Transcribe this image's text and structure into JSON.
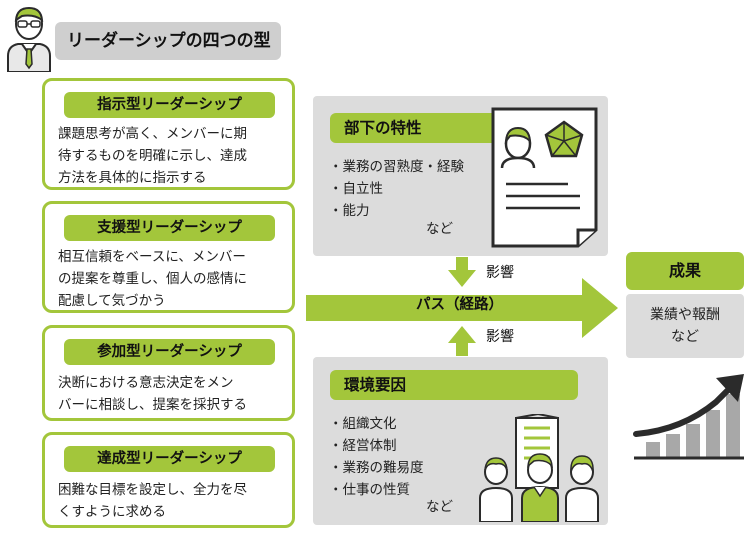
{
  "title": "リーダーシップの四つの型",
  "styles": [
    {
      "name": "指示型リーダーシップ",
      "desc": [
        "課題思考が高く、メンバーに期",
        "待するものを明確に示し、達成",
        "方法を具体的に指示する"
      ]
    },
    {
      "name": "支援型リーダーシップ",
      "desc": [
        "相互信頼をベースに、メンバー",
        "の提案を尊重し、個人の感情に",
        "配慮して気づかう"
      ]
    },
    {
      "name": "参加型リーダーシップ",
      "desc": [
        "決断における意志決定をメン",
        "バーに相談し、提案を採択する"
      ]
    },
    {
      "name": "達成型リーダーシップ",
      "desc": [
        "困難な目標を設定し、全力を尽",
        "くすように求める"
      ]
    }
  ],
  "subordinate": {
    "title": "部下の特性",
    "items": [
      "・業務の習熟度・経験",
      "・自立性",
      "・能力"
    ],
    "etc": "など"
  },
  "environment": {
    "title": "環境要因",
    "items": [
      "・組織文化",
      "・経営体制",
      "・業務の難易度",
      "・仕事の性質"
    ],
    "etc": "など"
  },
  "path_label": "パス（経路）",
  "influence_label": "影響",
  "result": {
    "title": "成果",
    "lines": [
      "業績や報酬",
      "など"
    ]
  },
  "colors": {
    "green": "#a3c63b",
    "gray": "#dcdcdc",
    "dark": "#2b2b2b"
  }
}
